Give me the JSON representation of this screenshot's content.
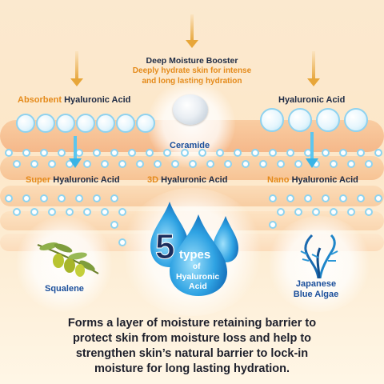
{
  "top_center": {
    "title": "Deep Moisture Booster",
    "subtitle_line1": "Deeply hydrate skin for intense",
    "subtitle_line2": "and long lasting hydration"
  },
  "labels": {
    "absorbent_prefix": "Absorbent",
    "absorbent_rest": "Hyaluronic Acid",
    "hyaluronic": "Hyaluronic Acid",
    "ceramide": "Ceramide",
    "super_prefix": "Super",
    "super_rest": "Hyaluronic Acid",
    "three_d_prefix": "3D",
    "three_d_rest": "Hyaluronic Acid",
    "nano_prefix": "Nano",
    "nano_rest": "Hyaluronic Acid",
    "squalene": "Squalene",
    "algae_line1": "Japanese",
    "algae_line2": "Blue Algae"
  },
  "drop": {
    "number": "5",
    "word1": "types",
    "word2": "of",
    "word3": "Hyaluronic",
    "word4": "Acid"
  },
  "caption": {
    "line1": "Forms a layer of moisture retaining barrier to",
    "line2": "protect skin from moisture loss and help to",
    "line3": "strengthen skin’s natural barrier to lock-in",
    "line4": "moisture for long lasting hydration."
  },
  "colors": {
    "accent_gold": "#e48a1a",
    "navy_text": "#1d2a44",
    "label_blue": "#1b4f9b",
    "bubble_blue": "#8fd2ef",
    "skin_peach": "#f6b98a"
  }
}
